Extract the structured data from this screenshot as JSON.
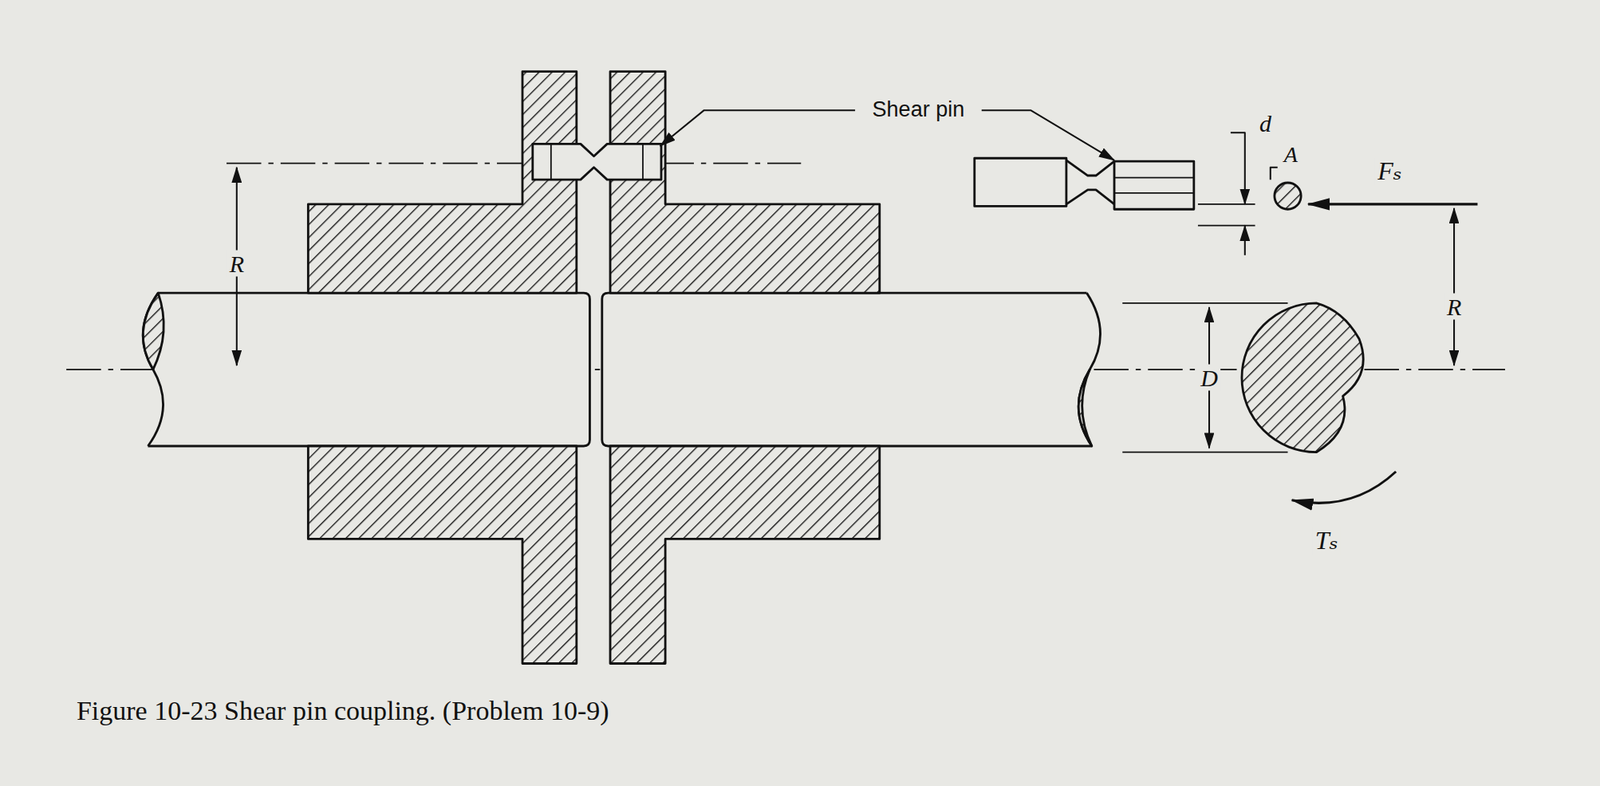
{
  "diagram": {
    "caption": "Figure 10-23 Shear pin coupling. (Problem 10-9)",
    "labels": [
      "Shear pin",
      "d",
      "A",
      "Fₛ",
      "R",
      "R",
      "D",
      "Tₛ"
    ]
  }
}
